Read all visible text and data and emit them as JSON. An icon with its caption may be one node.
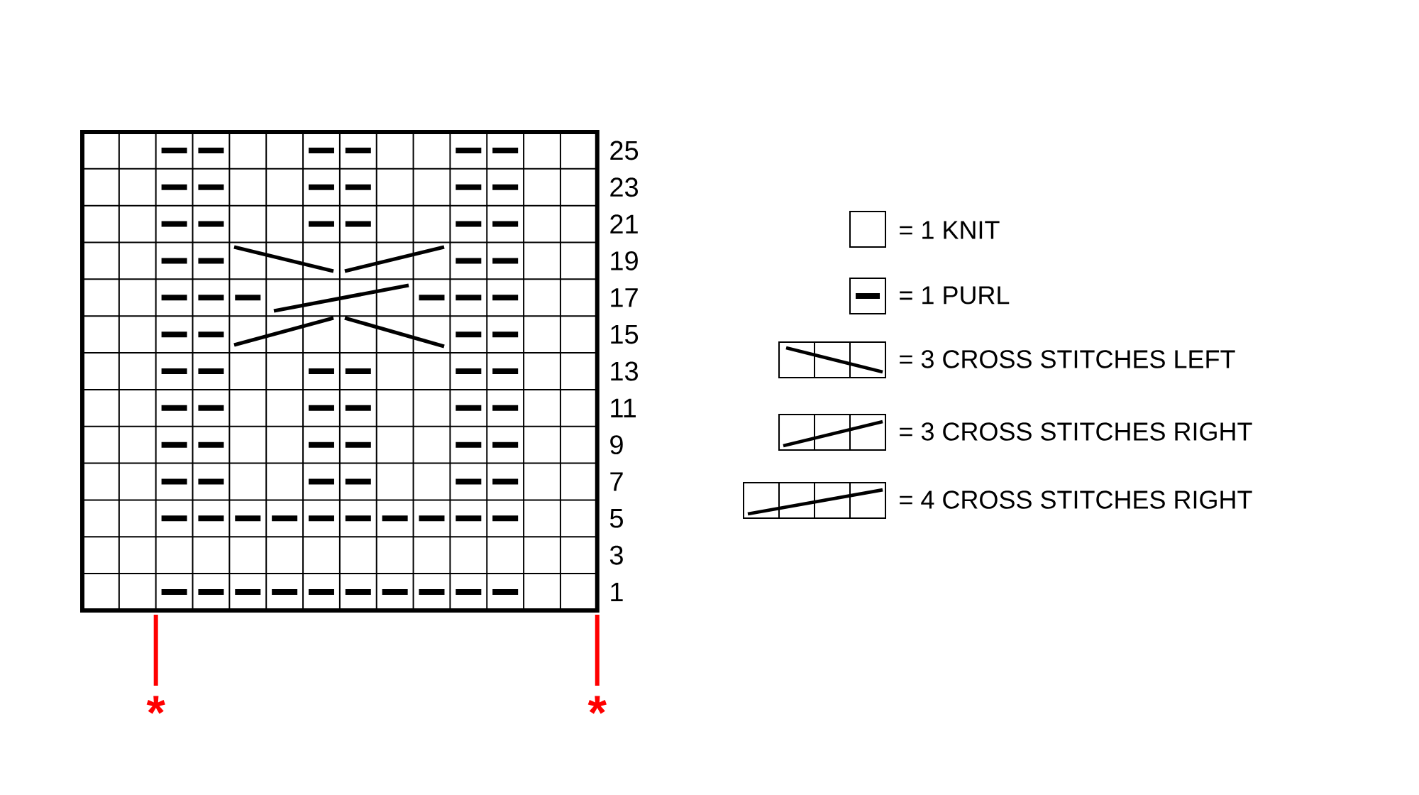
{
  "diagram": {
    "labels": [
      "25",
      "23",
      "21",
      "19",
      "17",
      "15",
      "13",
      "11",
      "9",
      "7",
      "5",
      "3",
      "1",
      "*",
      "*"
    ],
    "legend": [
      {
        "text": "= 1 KNIT"
      },
      {
        "text": "= 1 PURL"
      },
      {
        "text": "= 3 CROSS STITCHES LEFT"
      },
      {
        "text": "= 3 CROSS STITCHES RIGHT"
      },
      {
        "text": "= 4 CROSS STITCHES RIGHT"
      }
    ]
  }
}
